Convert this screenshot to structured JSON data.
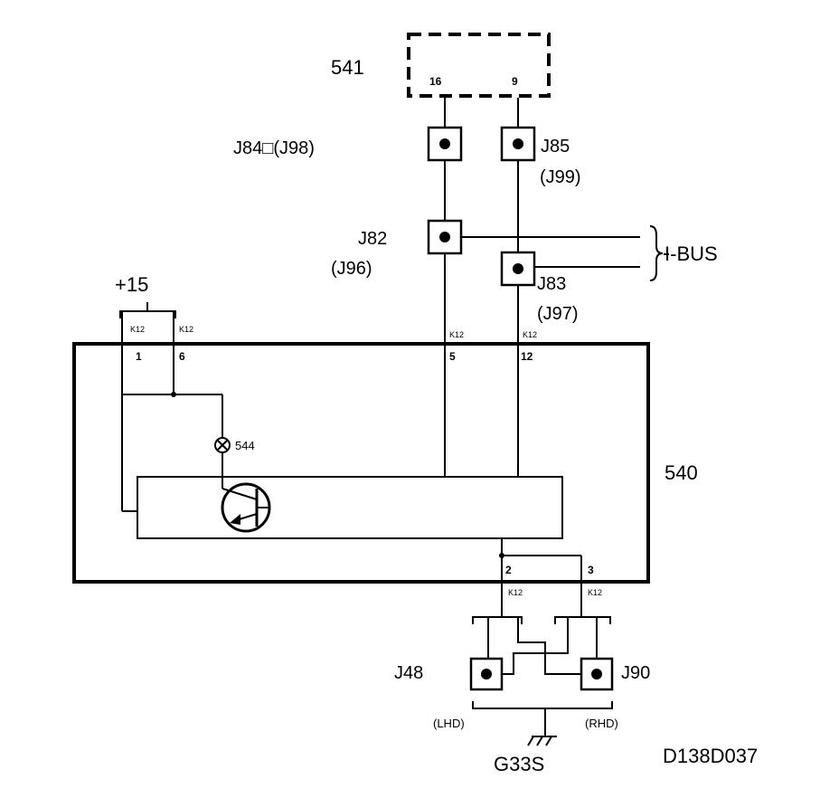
{
  "diagram": {
    "code": "D138D037",
    "module_541": {
      "label": "541",
      "pin_left": "16",
      "pin_right": "9"
    },
    "module_540": {
      "label": "540",
      "pins": {
        "p1": "1",
        "p6": "6",
        "p5": "5",
        "p12": "12",
        "p2": "2",
        "p3": "3"
      },
      "connector": "K12"
    },
    "supply": "+15",
    "lamp": "544",
    "bus": "I-BUS",
    "connectors": {
      "j84": "J84□(J98)",
      "j85": "J85",
      "j99": "(J99)",
      "j82": "J82",
      "j96": "(J96)",
      "j83": "J83",
      "j97": "(J97)",
      "j48": "J48",
      "j90": "J90"
    },
    "notes": {
      "lhd": "(LHD)",
      "rhd": "(RHD)"
    },
    "ground": "G33S"
  }
}
